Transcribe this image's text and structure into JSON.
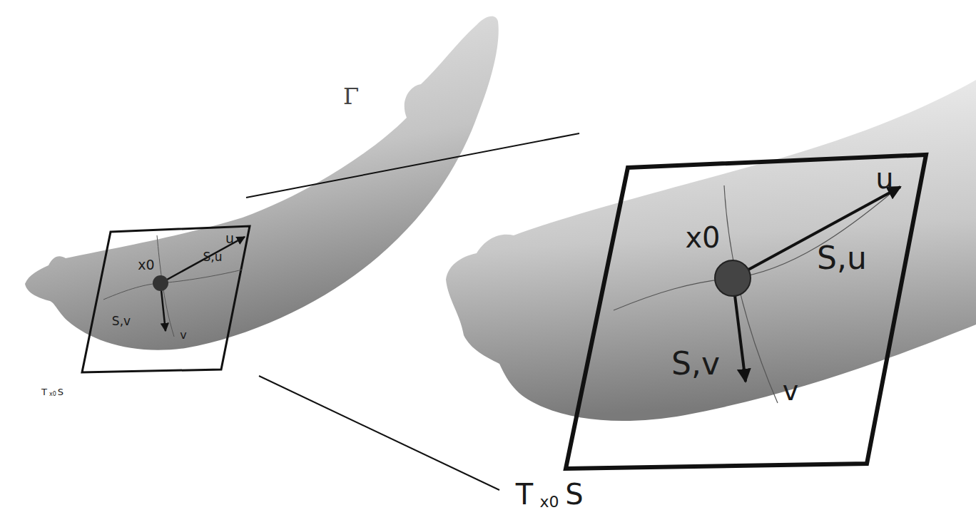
{
  "diagram": {
    "labels": [
      "Γ",
      "x0",
      "u",
      "S,u",
      "S,v",
      "v",
      "T",
      "x0",
      "S",
      "x0",
      "u",
      "S,u",
      "S,v",
      "v",
      "T",
      "x0",
      "S"
    ]
  }
}
